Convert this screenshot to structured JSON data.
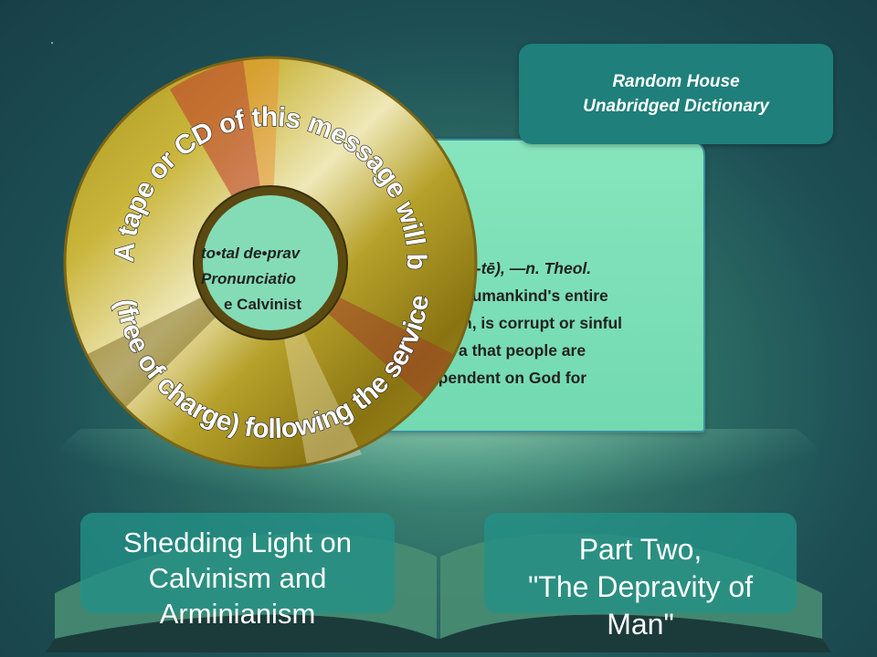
{
  "source": {
    "line1": "Random House",
    "line2": "Unabridged Dictionary"
  },
  "definition": {
    "visible_fragments": [
      "to•tal de•prav",
      "Pronunciatio",
      "v'i-tē), —n. Theol.",
      "e Calvinist",
      "humankind's entire",
      "n, is corrupt or sinful",
      "a that people are",
      "ependent on God for"
    ]
  },
  "cd": {
    "arc_top": "A tape or CD of this message will be available",
    "arc_bottom": "(free of charge) following the service"
  },
  "titles": {
    "left": [
      "Shedding Light on",
      "Calvinism and",
      "Arminianism"
    ],
    "right": [
      "Part Two,",
      "\"The Depravity of",
      "Man\""
    ]
  },
  "colors": {
    "panel": "#7ddfb6",
    "source_box": "#1f7f7a",
    "title_box": "#239187",
    "cd_text": "#ffffff"
  }
}
